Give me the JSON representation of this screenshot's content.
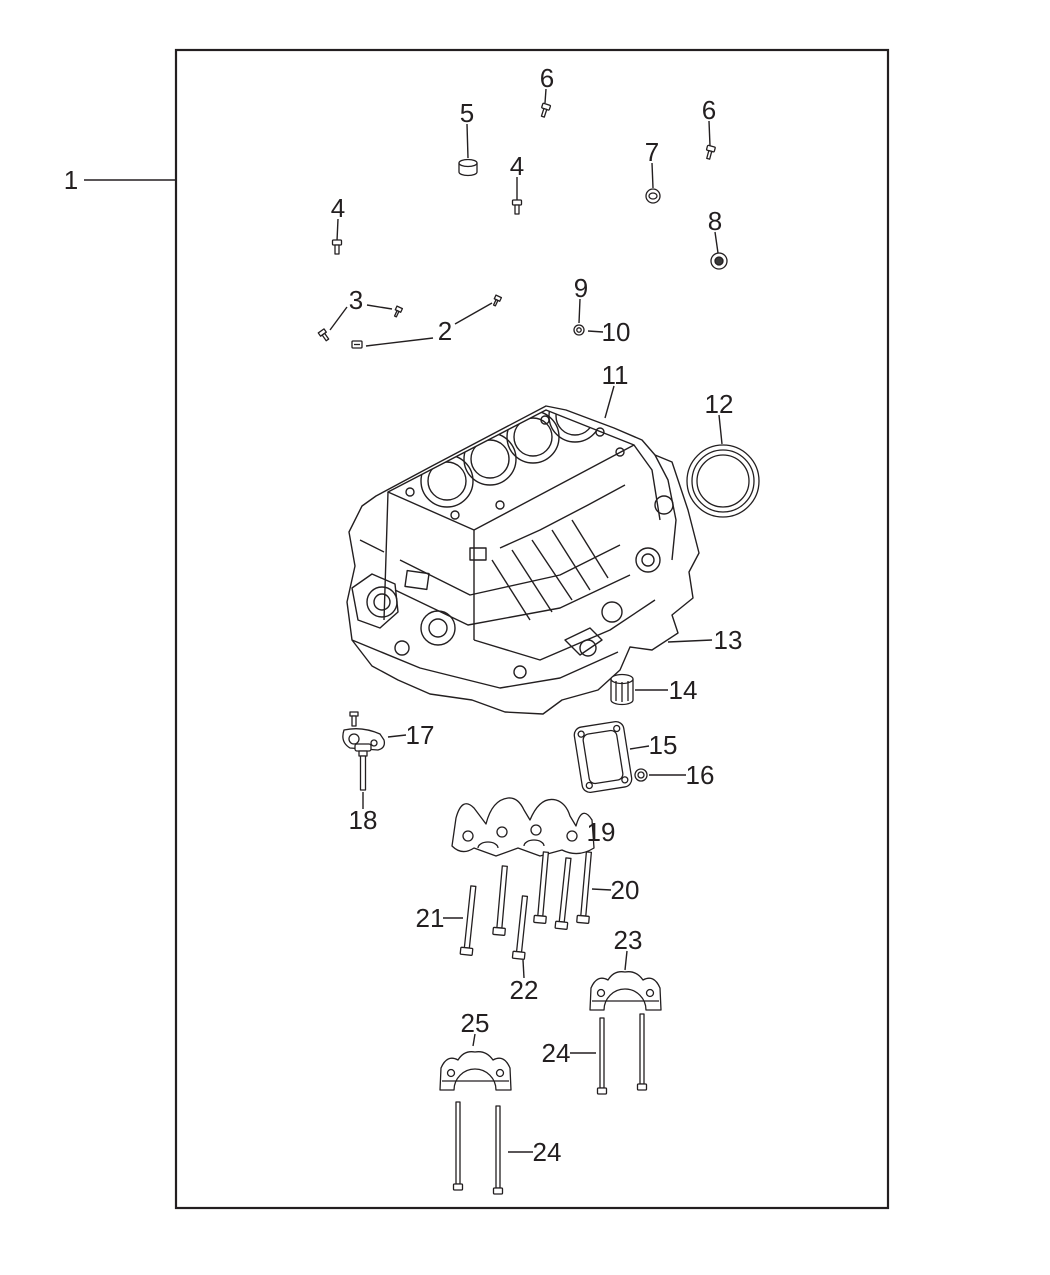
{
  "figure": {
    "kind": "exploded-parts-diagram",
    "subject": "engine-cylinder-block-and-hardware",
    "colors": {
      "line": "#231f20",
      "background": "#ffffff"
    },
    "callouts": [
      {
        "label": "1"
      },
      {
        "label": "2"
      },
      {
        "label": "3"
      },
      {
        "label": "4"
      },
      {
        "label": "4"
      },
      {
        "label": "5"
      },
      {
        "label": "6"
      },
      {
        "label": "6"
      },
      {
        "label": "7"
      },
      {
        "label": "8"
      },
      {
        "label": "9"
      },
      {
        "label": "10"
      },
      {
        "label": "11"
      },
      {
        "label": "12"
      },
      {
        "label": "13"
      },
      {
        "label": "14"
      },
      {
        "label": "15"
      },
      {
        "label": "16"
      },
      {
        "label": "17"
      },
      {
        "label": "18"
      },
      {
        "label": "19"
      },
      {
        "label": "20"
      },
      {
        "label": "21"
      },
      {
        "label": "22"
      },
      {
        "label": "23"
      },
      {
        "label": "24"
      },
      {
        "label": "25"
      },
      {
        "label": "24"
      }
    ]
  }
}
